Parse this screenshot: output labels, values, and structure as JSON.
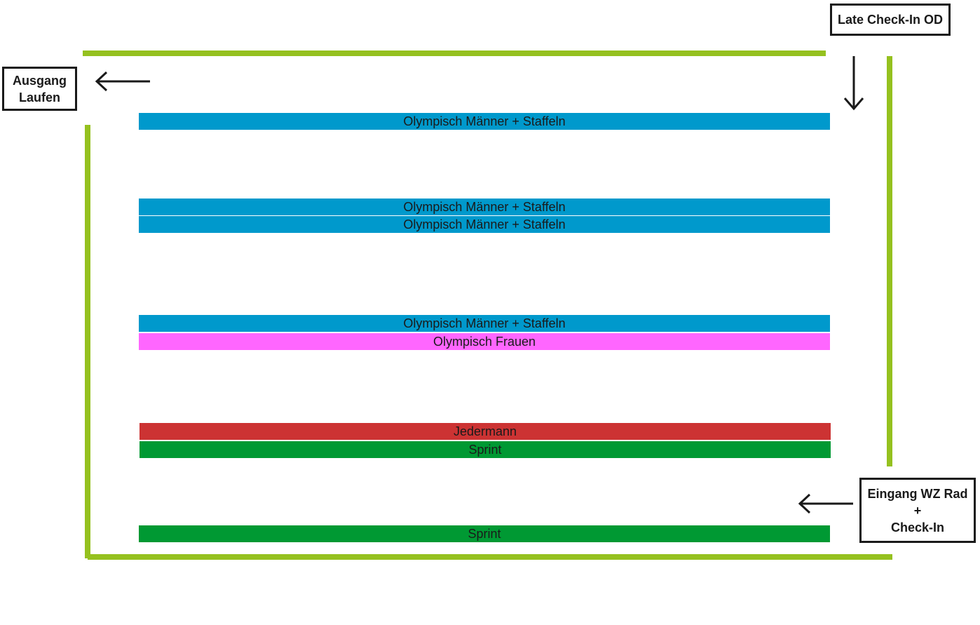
{
  "labels": {
    "late_checkin": "Late Check-In OD",
    "exit_run_line1": "Ausgang",
    "exit_run_line2": "Laufen",
    "entry_line1": "Eingang WZ Rad",
    "entry_line2": "+",
    "entry_line3": "Check-In"
  },
  "racks": [
    {
      "label": "Olympisch Männer + Staffeln",
      "color": "#0099cc"
    },
    {
      "label": "Olympisch Männer + Staffeln",
      "color": "#0099cc"
    },
    {
      "label": "Olympisch Männer + Staffeln",
      "color": "#0099cc"
    },
    {
      "label": "Olympisch Männer + Staffeln",
      "color": "#0099cc"
    },
    {
      "label": "Olympisch Frauen",
      "color": "#ff66ff"
    },
    {
      "label": "Jedermann",
      "color": "#cc3333"
    },
    {
      "label": "Sprint",
      "color": "#009933"
    },
    {
      "label": "Sprint",
      "color": "#009933"
    }
  ],
  "colors": {
    "fence": "#95c11f",
    "text": "#1a1a1a"
  },
  "icons": {
    "late_checkin_arrow": "arrow-down-icon",
    "exit_arrow": "arrow-left-icon",
    "entry_arrow": "arrow-left-icon"
  }
}
